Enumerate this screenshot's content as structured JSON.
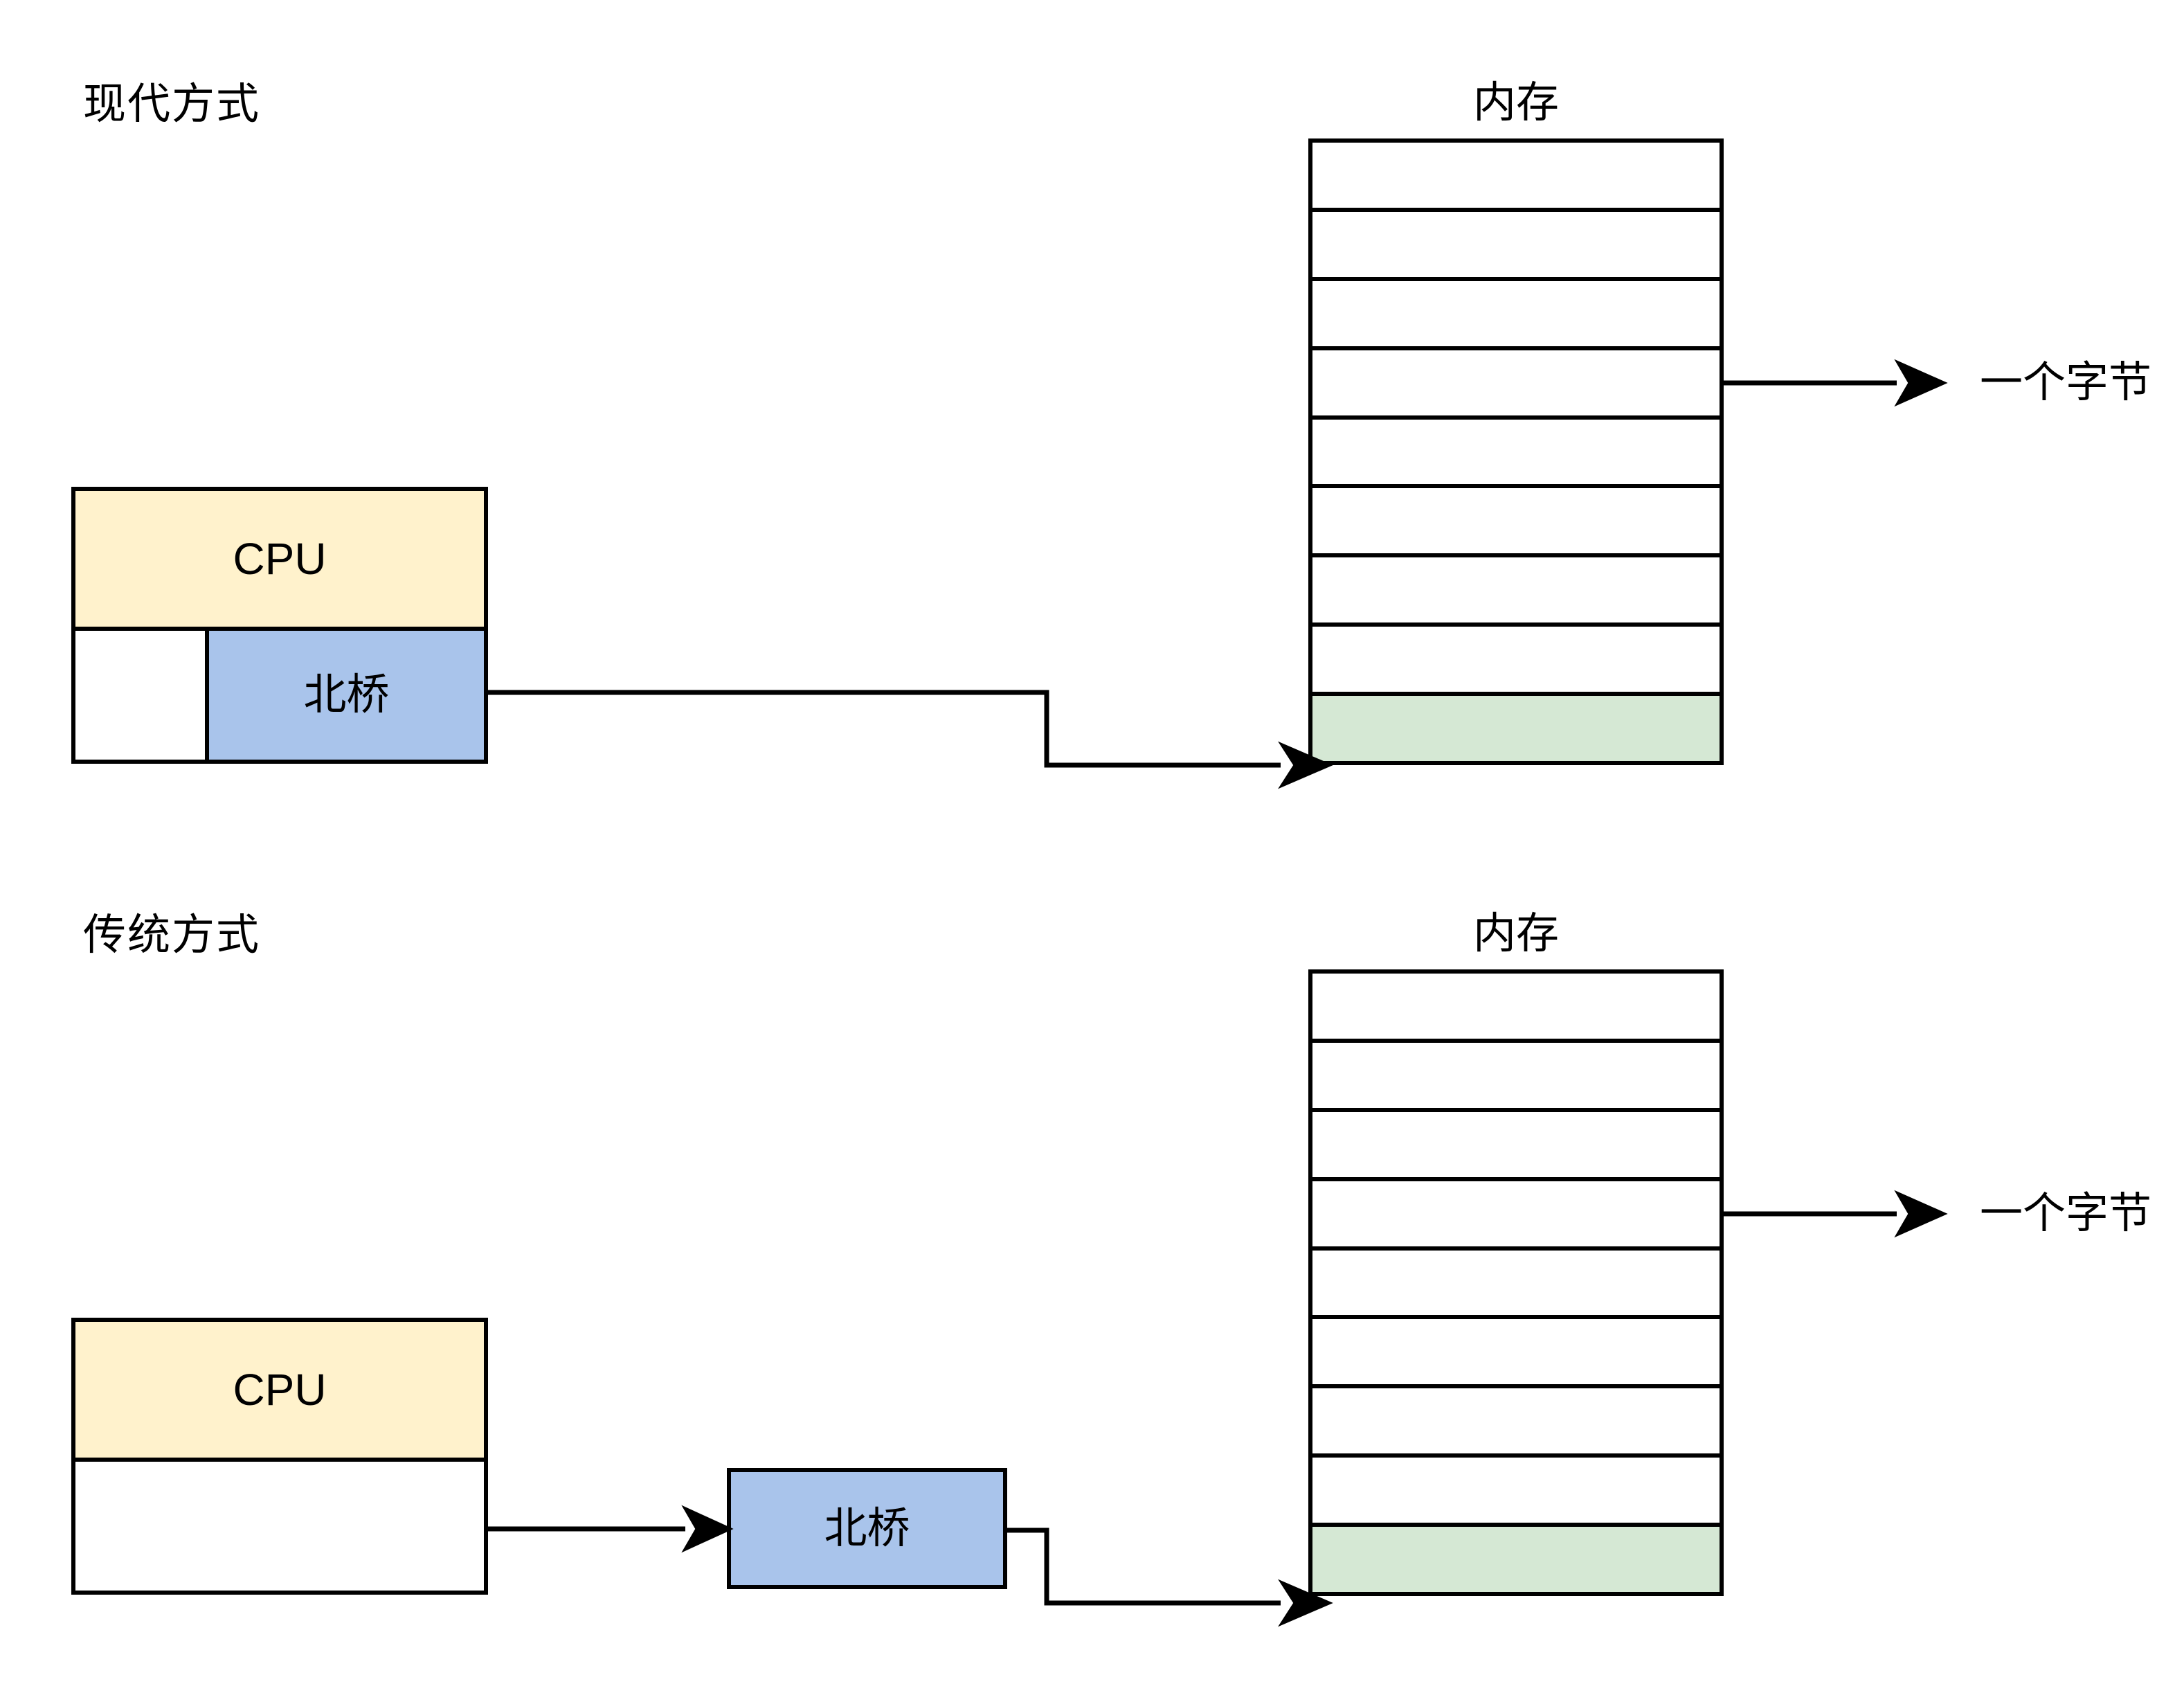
{
  "diagram": {
    "title_modern": "现代方式",
    "title_traditional": "传统方式",
    "memory_label": "内存",
    "cpu_label": "CPU",
    "northbridge_label": "北桥",
    "byte_label": "一个字节",
    "colors": {
      "cpu_fill": "#fff2cc",
      "northbridge_fill": "#a9c4eb",
      "highlighted_byte_fill": "#d5e8d4",
      "stroke": "#000000",
      "background": "#ffffff"
    },
    "memory_cells_total": 9,
    "memory_highlighted_index": 8
  },
  "sections": [
    {
      "id": "modern",
      "title": "现代方式",
      "memory": {
        "label": "内存",
        "cells": [
          {
            "state": "empty"
          },
          {
            "state": "empty"
          },
          {
            "state": "empty"
          },
          {
            "state": "empty"
          },
          {
            "state": "empty"
          },
          {
            "state": "empty"
          },
          {
            "state": "empty"
          },
          {
            "state": "empty"
          },
          {
            "state": "highlighted"
          }
        ],
        "annotation": "一个字节"
      },
      "blocks": [
        {
          "name": "cpu",
          "label": "CPU",
          "fill": "#fff2cc"
        },
        {
          "name": "northbridge",
          "label": "北桥",
          "fill": "#a9c4eb",
          "inside_cpu_package": true
        }
      ],
      "connections": [
        {
          "from": "northbridge",
          "to": "memory-highlighted-cell",
          "style": "elbow-arrow"
        },
        {
          "from": "memory-highlighted-cell-region",
          "to": "byte-annotation",
          "style": "straight-arrow"
        }
      ]
    },
    {
      "id": "traditional",
      "title": "传统方式",
      "memory": {
        "label": "内存",
        "cells": [
          {
            "state": "empty"
          },
          {
            "state": "empty"
          },
          {
            "state": "empty"
          },
          {
            "state": "empty"
          },
          {
            "state": "empty"
          },
          {
            "state": "empty"
          },
          {
            "state": "empty"
          },
          {
            "state": "empty"
          },
          {
            "state": "highlighted"
          }
        ],
        "annotation": "一个字节"
      },
      "blocks": [
        {
          "name": "cpu",
          "label": "CPU",
          "fill": "#fff2cc"
        },
        {
          "name": "northbridge",
          "label": "北桥",
          "fill": "#a9c4eb",
          "inside_cpu_package": false
        }
      ],
      "connections": [
        {
          "from": "cpu",
          "to": "northbridge",
          "style": "straight-arrow"
        },
        {
          "from": "northbridge",
          "to": "memory-highlighted-cell",
          "style": "elbow-arrow"
        },
        {
          "from": "memory-highlighted-cell-region",
          "to": "byte-annotation",
          "style": "straight-arrow"
        }
      ]
    }
  ]
}
